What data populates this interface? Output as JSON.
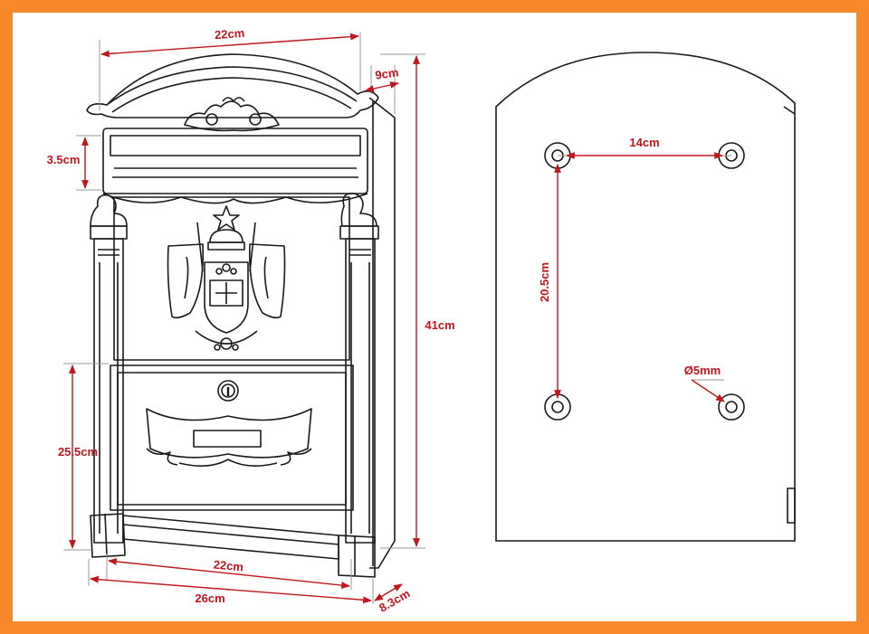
{
  "colors": {
    "frame": "#f7892a",
    "line": "#1a1a1a",
    "dimension": "#c0161e",
    "background": "#ffffff"
  },
  "front_view": {
    "dimensions": {
      "top_width": "22cm",
      "depth_top": "9cm",
      "slot_height": "3.5cm",
      "total_height": "41cm",
      "door_height": "25.5cm",
      "inner_width": "22cm",
      "base_width": "26cm",
      "base_depth": "8.3cm"
    }
  },
  "back_view": {
    "dimensions": {
      "hole_spacing_horizontal": "14cm",
      "hole_spacing_vertical": "20.5cm",
      "hole_diameter": "Ø5mm"
    }
  }
}
